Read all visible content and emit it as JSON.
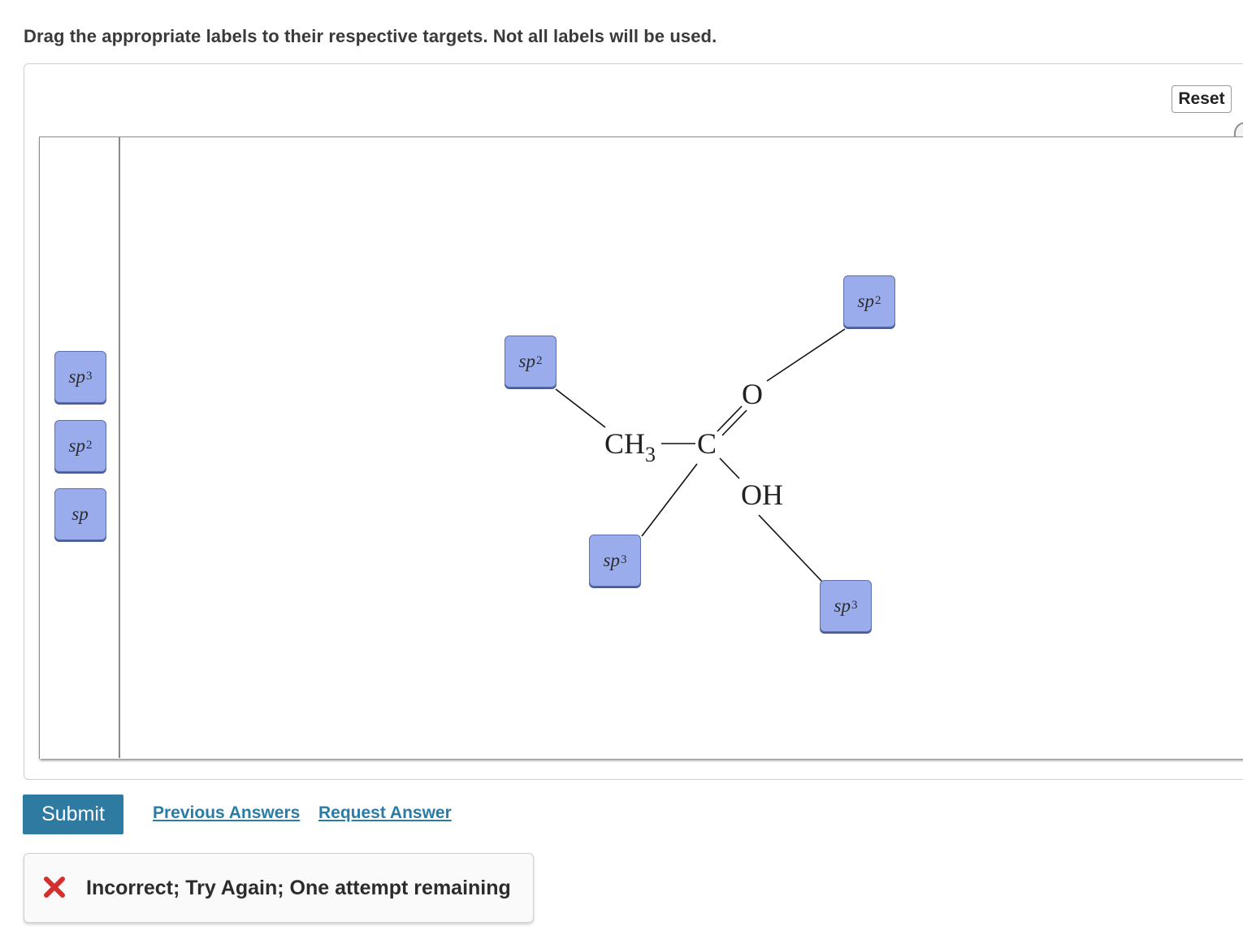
{
  "instructions": "Drag the appropriate labels to their respective targets. Not all labels will be used.",
  "reset_label": "Reset",
  "label_bank": [
    {
      "base": "sp",
      "exp": "3"
    },
    {
      "base": "sp",
      "exp": "2"
    },
    {
      "base": "sp",
      "exp": ""
    }
  ],
  "placed_labels": [
    {
      "target": "CH3",
      "base": "sp",
      "exp": "2"
    },
    {
      "target": "C",
      "base": "sp",
      "exp": "3"
    },
    {
      "target": "O",
      "base": "sp",
      "exp": "2"
    },
    {
      "target": "OH",
      "base": "sp",
      "exp": "3"
    }
  ],
  "molecule": {
    "ch3_main": "CH",
    "ch3_sub": "3",
    "c": "C",
    "o": "O",
    "oh": "OH"
  },
  "actions": {
    "submit": "Submit",
    "previous_answers": "Previous Answers",
    "request_answer": "Request Answer"
  },
  "feedback": {
    "status": "incorrect",
    "message": "Incorrect; Try Again; One attempt remaining"
  },
  "colors": {
    "chip": "#9aacec",
    "submit": "#2e7aa0",
    "link": "#2a7ca6",
    "error": "#d32f2f"
  }
}
